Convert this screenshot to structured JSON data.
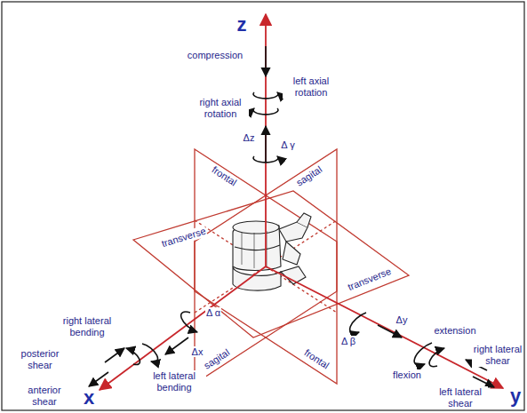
{
  "diagram": {
    "labels": [
      "z",
      "compression",
      "left axial rotation",
      "right axial rotation",
      "Δz",
      "Δ γ",
      "frontal",
      "sagital",
      "transverse",
      "transverse",
      "sagital",
      "frontal",
      "right lateral bending",
      "Δ α",
      "posterior shear",
      "Δx",
      "left lateral bending",
      "x",
      "anterior shear",
      "Δy",
      "Δ β",
      "extension",
      "right lateral shear",
      "flexion",
      "left lateral shear",
      "y"
    ]
  }
}
